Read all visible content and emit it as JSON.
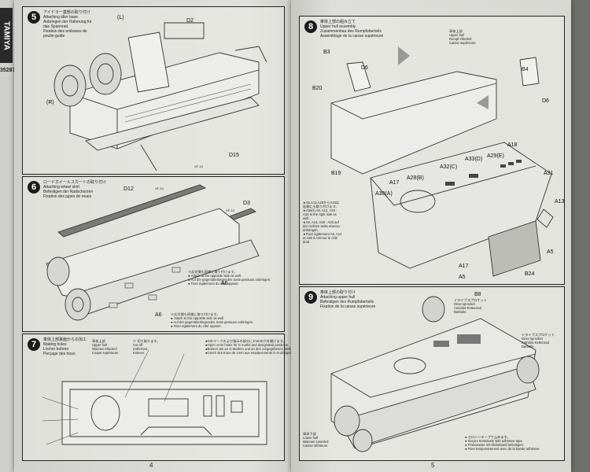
{
  "brand": {
    "logo": "TAMIYA",
    "code": "35287"
  },
  "left_page": {
    "page_number": "4",
    "step5": {
      "number": "5",
      "caption": "アイドラー基部の取り付け\nAttaching idler base\nAnbringen der Halterung für\ndas Spannrad\nFixation des embases de\npoulie-guide",
      "labels": {
        "l": "(L)",
        "d2": "D2",
        "r": "(R)",
        "d15": "D15",
        "xf": "XF-10"
      }
    },
    "step6": {
      "number": "6",
      "caption": "ロードホイールスカートの取り付け\nAttaching wheel skirt\nBefestigen der Radschürzen\nFixation des jupes de roues",
      "labels": {
        "d12": "D12",
        "xf": "XF-10",
        "d3": "D3",
        "xf2": "XF-10",
        "a6a": "A6",
        "a6b": "A6"
      },
      "note1": "※反対側も同様に取り付けます。\n● Attach to the opposite side as well.\n● Auf der gegenüberliegenden Seite genauso anbringen.\n● Fixer également du côté opposé.",
      "note2": "※反対側も同様に取り付けます。\n● Attach to the opposite side as well.\n● Auf der gegenüberliegenden Seite genauso anbringen.\n● Fixer également du côté opposé."
    },
    "step7": {
      "number": "7",
      "caption": "車体上部裏面からの加工\nMaking holes\nLöcher bohren\nPerçage des trous",
      "upper": "車体上部\nUpper hull\nWannen-Oberteil\nCoque supérieure",
      "cut": "✂ 切り取ります。\nCut off.\nEntfernen.\nEnlever.",
      "holes": "●Gのマークおよび指示の部分に1mmの穴を開けます。\n●Open 1mm holes for G marks and designated positions.\n●Bohren Sie an G-Marken und an den vorgegebenen Stellen 1mm Löcher.\n●Ouvrir des trous de 1mm aux emplacements G et désignés."
    }
  },
  "right_page": {
    "page_number": "5",
    "step8": {
      "number": "8",
      "caption": "車体上部の組み立て\nUpper hull assembly\nZusammenbau des Rumpfoberteils\nAssemblage de la caisse supérieure",
      "upper": "車体上部\nUpper hull\nRumpf-Oberteil\nCaisse supérieure",
      "labels": {
        "b3": "B3",
        "d6a": "D6",
        "b4": "B4",
        "d6b": "D6",
        "b20": "B20",
        "a18": "A18",
        "a29": "A29(E)",
        "a33": "A33(D)",
        "a32": "A32(C)",
        "a28": "A28(B)",
        "a31": "A31",
        "a17a": "A17",
        "a30": "A30(A)",
        "b19": "B19",
        "a13": "A13",
        "a5a": "A5",
        "a17b": "A17",
        "a5b": "A5",
        "b24": "B24"
      },
      "note": "★A5,A13,A28からA33は\n右側にも取り付けます。\n★Attach A5, A13, A28 -\nA33 to the right side as\nwell.\n★A5, A13, A28 - A33 auf\nder rechten Seite ebenso\nanbringen.\n★Fixer également A5, A13\net A28 à A33 sur le côté\ndroit."
    },
    "step9": {
      "number": "9",
      "caption": "車体上部の取り付け\nAttaching upper hull\nBefestigen des Rumpfoberteils\nFixation de la caisse supérieure",
      "b8": "B8",
      "sprocket1": "ドライブスプロケット\nDrive sprocket\nAntriebs-Kettenrad\nBarbotin",
      "sprocket2": "ドライブスプロケット\nDrive sprocket\nAntriebs-Kettenrad\nBarbotin",
      "lower": "車体下部\nLower hull\nWannen-Unterteil\nCaisse inférieure",
      "tape": "● セロハンテープで止めます。\n● Secure tentatively with adhesive tape.\n● Probeweise mit Klebeband befestigen.\n● Fixer temporairement avec de la bande adhésive."
    }
  }
}
